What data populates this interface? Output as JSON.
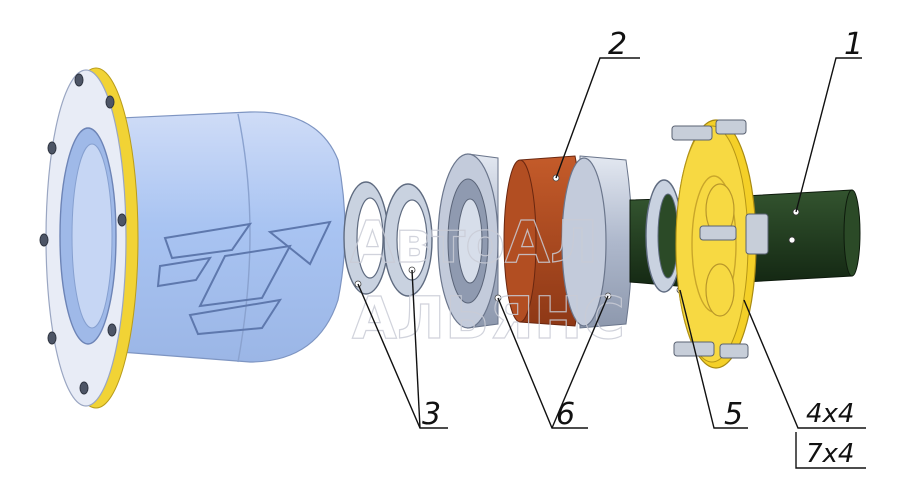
{
  "labels": {
    "part_1": "1",
    "part_2": "2",
    "part_3": "3",
    "part_5": "5",
    "part_6": "6",
    "qty_a": "4x4",
    "qty_b": "7x4"
  },
  "watermark": {
    "line1": "АвтоАЛ",
    "line2": "АЛЬЯНС"
  },
  "colors": {
    "housing": "#a9c4f2",
    "flange_face": "#e8ecf6",
    "flange_edge": "#f1d335",
    "hub_flange": "#f4d028",
    "seal": "#a94820",
    "shaft": "#1f3a1d",
    "bearing": "#b9c3d6",
    "ring": "#c9d2e0"
  }
}
